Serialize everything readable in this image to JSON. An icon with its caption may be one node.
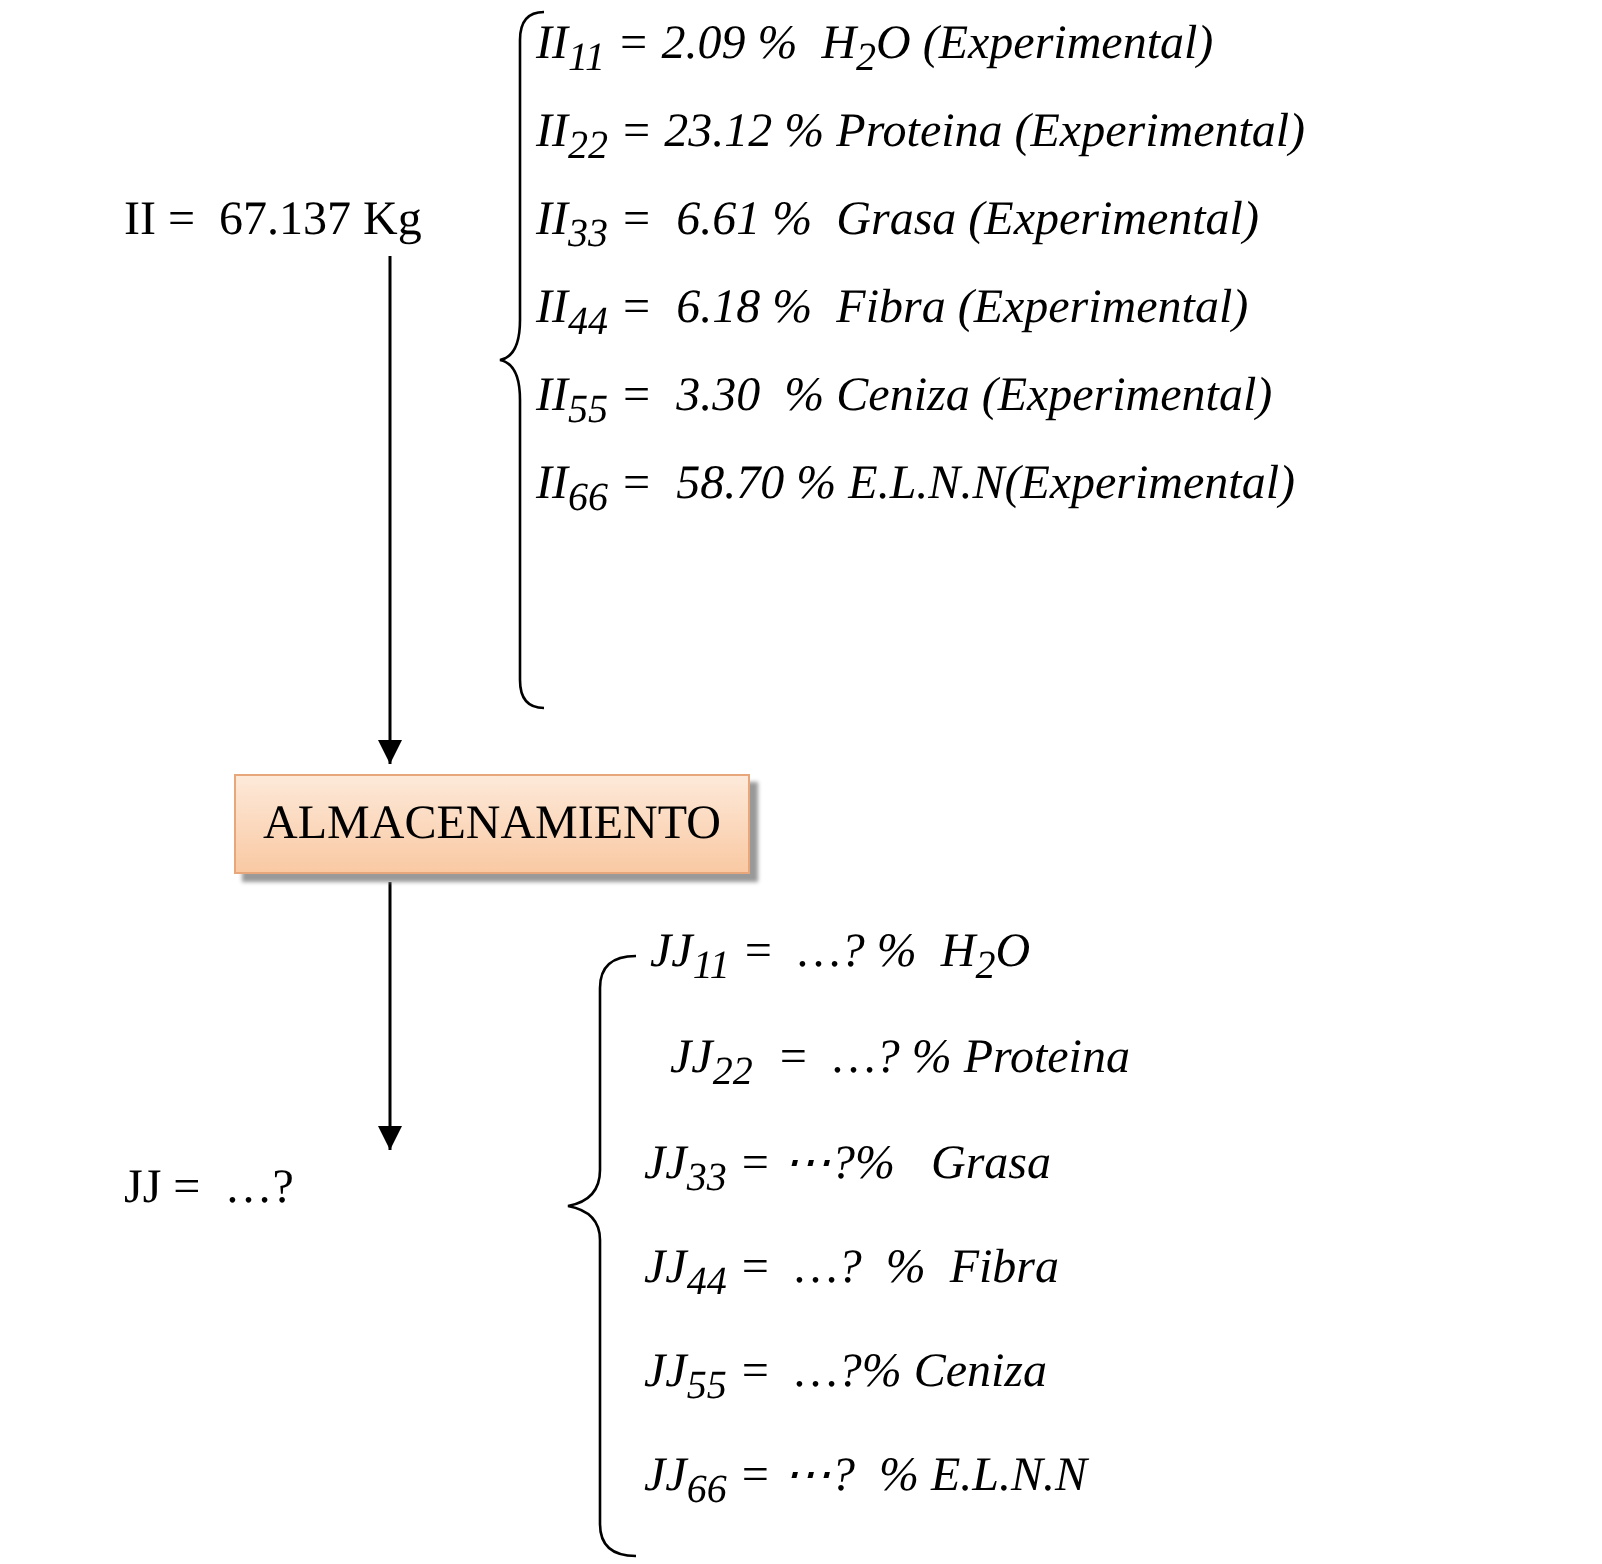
{
  "diagram": {
    "nodes": [
      {
        "text": [
          "II =  67.137 Kg"
        ]
      },
      {
        "text": [
          "ALMACENAMIENTO"
        ]
      },
      {
        "text": [
          "JJ =  …?"
        ]
      }
    ],
    "edges": [
      {
        "from": 0,
        "to": 1,
        "arrow": "to"
      },
      {
        "from": 1,
        "to": 2,
        "arrow": "to"
      }
    ],
    "labels": [
      "II$_{11}$ = 2.09 %  H$_{2}$O (Experimental)",
      "II$_{22}$ = 23.12 % Proteina (Experimental)",
      "II$_{33}$ =  6.61 %  Grasa (Experimental)",
      "II$_{44}$ =  6.18 %  Fibra (Experimental)",
      "II$_{55}$ =  3.30  % Ceniza (Experimental)",
      "II$_{66}$ =  58.70 % E.L.N.N(Experimental)",
      "JJ$_{11}$ =  …? %  H$_{2}$O",
      "JJ$_{22}$  =  …? % Proteina",
      "JJ$_{33}$ = ⋯?%   Grasa",
      "JJ$_{44}$ =  …?  %  Fibra",
      "JJ$_{55}$ =  …?% Ceniza",
      "JJ$_{66}$ = ⋯?  % E.L.N.N"
    ]
  }
}
